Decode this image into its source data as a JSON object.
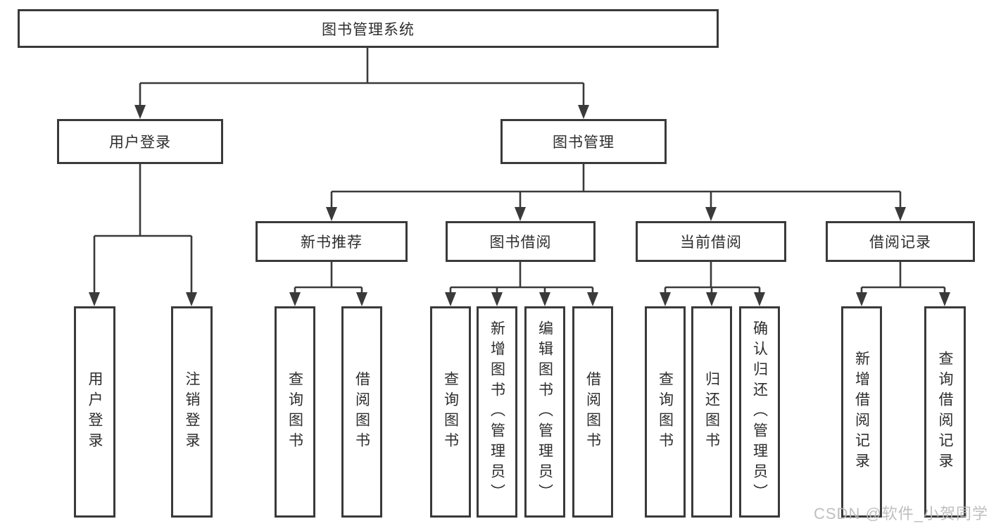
{
  "diagram_title": "图书管理系统",
  "tree": {
    "label": "图书管理系统",
    "children": [
      {
        "label": "用户登录",
        "children": [
          {
            "label": "用户登录"
          },
          {
            "label": "注销登录"
          }
        ]
      },
      {
        "label": "图书管理",
        "children": [
          {
            "label": "新书推荐",
            "children": [
              {
                "label": "查询图书"
              },
              {
                "label": "借阅图书"
              }
            ]
          },
          {
            "label": "图书借阅",
            "children": [
              {
                "label": "查询图书"
              },
              {
                "label": "新增图书（管理员）"
              },
              {
                "label": "编辑图书（管理员）"
              },
              {
                "label": "借阅图书"
              }
            ]
          },
          {
            "label": "当前借阅",
            "children": [
              {
                "label": "查询图书"
              },
              {
                "label": "归还图书"
              },
              {
                "label": "确认归还（管理员）"
              }
            ]
          },
          {
            "label": "借阅记录",
            "children": [
              {
                "label": "新增借阅记录"
              },
              {
                "label": "查询借阅记录"
              }
            ]
          }
        ]
      }
    ]
  },
  "watermark": {
    "text": "CSDN @软件_小贺同学",
    "color": "#bababa"
  },
  "colors": {
    "background": "#ffffff",
    "box_border": "#3a3a3a",
    "line": "#3a3a3a",
    "text": "#2d2d2d"
  }
}
